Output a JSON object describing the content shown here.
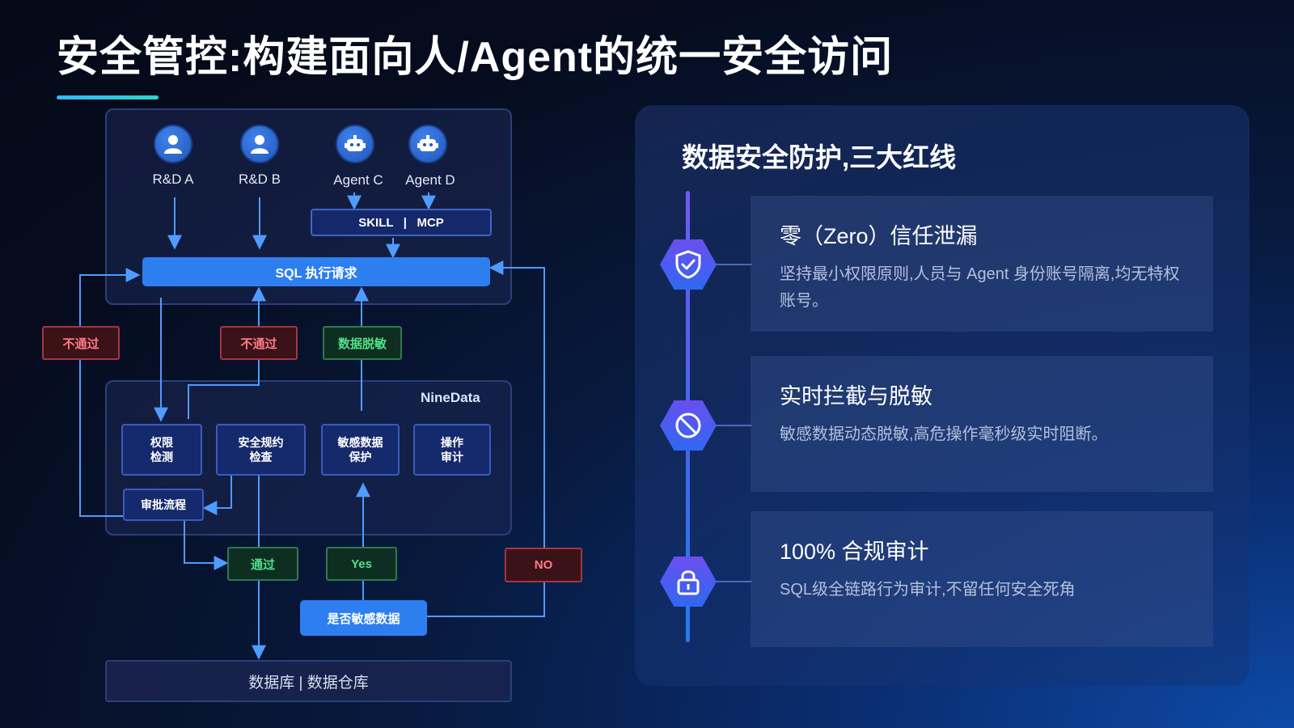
{
  "title": "安全管控:构建面向人/Agent的统一安全访问",
  "diagram": {
    "actors": [
      {
        "label": "R&D A",
        "icon": "user-icon"
      },
      {
        "label": "R&D B",
        "icon": "user-icon"
      },
      {
        "label": "Agent C",
        "icon": "robot-icon"
      },
      {
        "label": "Agent D",
        "icon": "robot-icon"
      }
    ],
    "skill_mcp": "SKILL   |   MCP",
    "sql_request": "SQL 执行请求",
    "tags": {
      "reject_left": "不通过",
      "reject_mid": "不通过",
      "masking": "数据脱敏",
      "pass": "通过",
      "yes": "Yes",
      "no": "NO"
    },
    "ninedata_label": "NineData",
    "modules": {
      "permission_check": "权限\n检测",
      "spec_check": "安全规约\n检查",
      "sensitive_protect": "敏感数据\n保护",
      "operation_audit": "操作\n审计"
    },
    "approval_flow": "审批流程",
    "is_sensitive": "是否敏感数据",
    "database": "数据库 | 数据仓库"
  },
  "right_panel": {
    "title": "数据安全防护,三大红线",
    "items": [
      {
        "icon": "shield-check-icon",
        "title": "零（Zero）信任泄漏",
        "desc": "坚持最小权限原则,人员与 Agent 身份账号隔离,均无特权账号。"
      },
      {
        "icon": "block-icon",
        "title": "实时拦截与脱敏",
        "desc": "敏感数据动态脱敏,高危操作毫秒级实时阻断。"
      },
      {
        "icon": "lock-icon",
        "title": "100% 合规审计",
        "desc": "SQL级全链路行为审计,不留任何安全死角"
      }
    ]
  },
  "colors": {
    "accent_blue": "#2d7ff0",
    "reject_red": "#ff7b86",
    "pass_green": "#52e08a"
  }
}
